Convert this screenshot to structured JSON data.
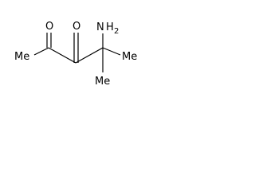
{
  "molecule": {
    "o1": "O",
    "o2": "O",
    "n_symbol": "N",
    "h_symbol": "H",
    "h_count": "2",
    "me_left": "Me",
    "me_right": "Me",
    "me_bottom": "Me"
  }
}
